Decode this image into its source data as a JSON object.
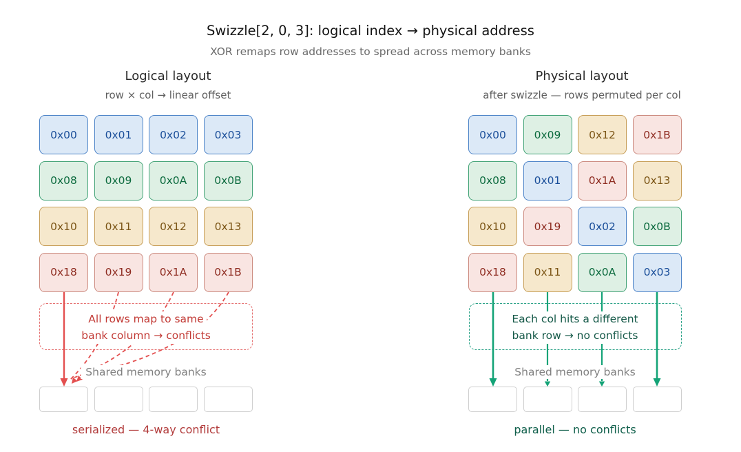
{
  "title": "Swizzle[2, 0, 3]: logical index → physical address",
  "subtitle": "XOR remaps row addresses to spread across memory banks",
  "colors": {
    "conflict_arrow_red": "#e34f4f",
    "conflict_text_red": "#c23a35",
    "conflict_caption_red": "#b23c3c",
    "parallel_arrow_teal": "#14a377",
    "parallel_text_teal": "#155948",
    "bank_slot_border": "#cfcfcf",
    "tone_blue": {
      "fill": "#dce9f7",
      "border": "#4d84c8",
      "text": "#1b4f9a"
    },
    "tone_green": {
      "fill": "#def0e4",
      "border": "#43a377",
      "text": "#0d6b3f"
    },
    "tone_tan": {
      "fill": "#f6e8cc",
      "border": "#c79e58",
      "text": "#7c5617"
    },
    "tone_pink": {
      "fill": "#f9e5e2",
      "border": "#cc8b80",
      "text": "#8f2d22"
    }
  },
  "panels": {
    "logical": {
      "heading": "Logical layout",
      "subheading": "row × col → linear offset",
      "cells": [
        {
          "label": "0x00",
          "tone": "blue"
        },
        {
          "label": "0x01",
          "tone": "blue"
        },
        {
          "label": "0x02",
          "tone": "blue"
        },
        {
          "label": "0x03",
          "tone": "blue"
        },
        {
          "label": "0x08",
          "tone": "green"
        },
        {
          "label": "0x09",
          "tone": "green"
        },
        {
          "label": "0x0A",
          "tone": "green"
        },
        {
          "label": "0x0B",
          "tone": "green"
        },
        {
          "label": "0x10",
          "tone": "tan"
        },
        {
          "label": "0x11",
          "tone": "tan"
        },
        {
          "label": "0x12",
          "tone": "tan"
        },
        {
          "label": "0x13",
          "tone": "tan"
        },
        {
          "label": "0x18",
          "tone": "pink"
        },
        {
          "label": "0x19",
          "tone": "pink"
        },
        {
          "label": "0x1A",
          "tone": "pink"
        },
        {
          "label": "0x1B",
          "tone": "pink"
        }
      ],
      "callout_line1": "All rows map to same",
      "callout_line2": "bank column → conflicts",
      "banks_label": "Shared memory banks",
      "caption": "serialized — 4-way conflict"
    },
    "physical": {
      "heading": "Physical layout",
      "subheading": "after swizzle — rows permuted per col",
      "cells": [
        {
          "label": "0x00",
          "tone": "blue"
        },
        {
          "label": "0x09",
          "tone": "green"
        },
        {
          "label": "0x12",
          "tone": "tan"
        },
        {
          "label": "0x1B",
          "tone": "pink"
        },
        {
          "label": "0x08",
          "tone": "green"
        },
        {
          "label": "0x01",
          "tone": "blue"
        },
        {
          "label": "0x1A",
          "tone": "pink"
        },
        {
          "label": "0x13",
          "tone": "tan"
        },
        {
          "label": "0x10",
          "tone": "tan"
        },
        {
          "label": "0x19",
          "tone": "pink"
        },
        {
          "label": "0x02",
          "tone": "blue"
        },
        {
          "label": "0x0B",
          "tone": "green"
        },
        {
          "label": "0x18",
          "tone": "pink"
        },
        {
          "label": "0x11",
          "tone": "tan"
        },
        {
          "label": "0x0A",
          "tone": "green"
        },
        {
          "label": "0x03",
          "tone": "blue"
        }
      ],
      "callout_line1": "Each col hits a different",
      "callout_line2": "bank row → no conflicts",
      "banks_label": "Shared memory banks",
      "caption": "parallel — no conflicts"
    }
  }
}
